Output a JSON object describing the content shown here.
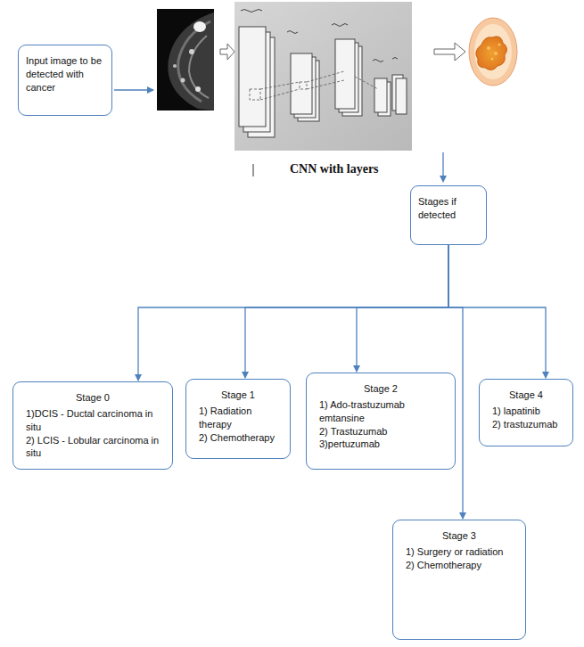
{
  "diagram": {
    "nodes": [
      {
        "text": [
          "Input image to be detected with cancer"
        ]
      },
      {
        "text": [
          "Stages if detected"
        ]
      },
      {
        "text": [
          "Stage 0",
          "1)DCIS - Ductal carcinoma in situ",
          "2) LCIS - Lobular carcinoma in situ"
        ]
      },
      {
        "text": [
          "Stage 1",
          "1) Radiation therapy",
          "2) Chemotherapy"
        ]
      },
      {
        "text": [
          "Stage 2",
          "1) Ado-trastuzumab emtansine",
          "2) Trastuzumab",
          "3)pertuzumab"
        ]
      },
      {
        "text": [
          "Stage 4",
          "1) lapatinib",
          "2) trastuzumab"
        ]
      },
      {
        "text": [
          "Stage 3",
          "1) Surgery or radiation",
          "2) Chemotherapy"
        ]
      }
    ],
    "edges": [
      {
        "from": 1,
        "to": 2,
        "arrow": "to"
      },
      {
        "from": 1,
        "to": 3,
        "arrow": "to"
      },
      {
        "from": 1,
        "to": 4,
        "arrow": "to"
      },
      {
        "from": 1,
        "to": 5,
        "arrow": "to"
      },
      {
        "from": 1,
        "to": 6,
        "arrow": "to"
      }
    ],
    "labels": [
      "CNN with layers"
    ]
  }
}
